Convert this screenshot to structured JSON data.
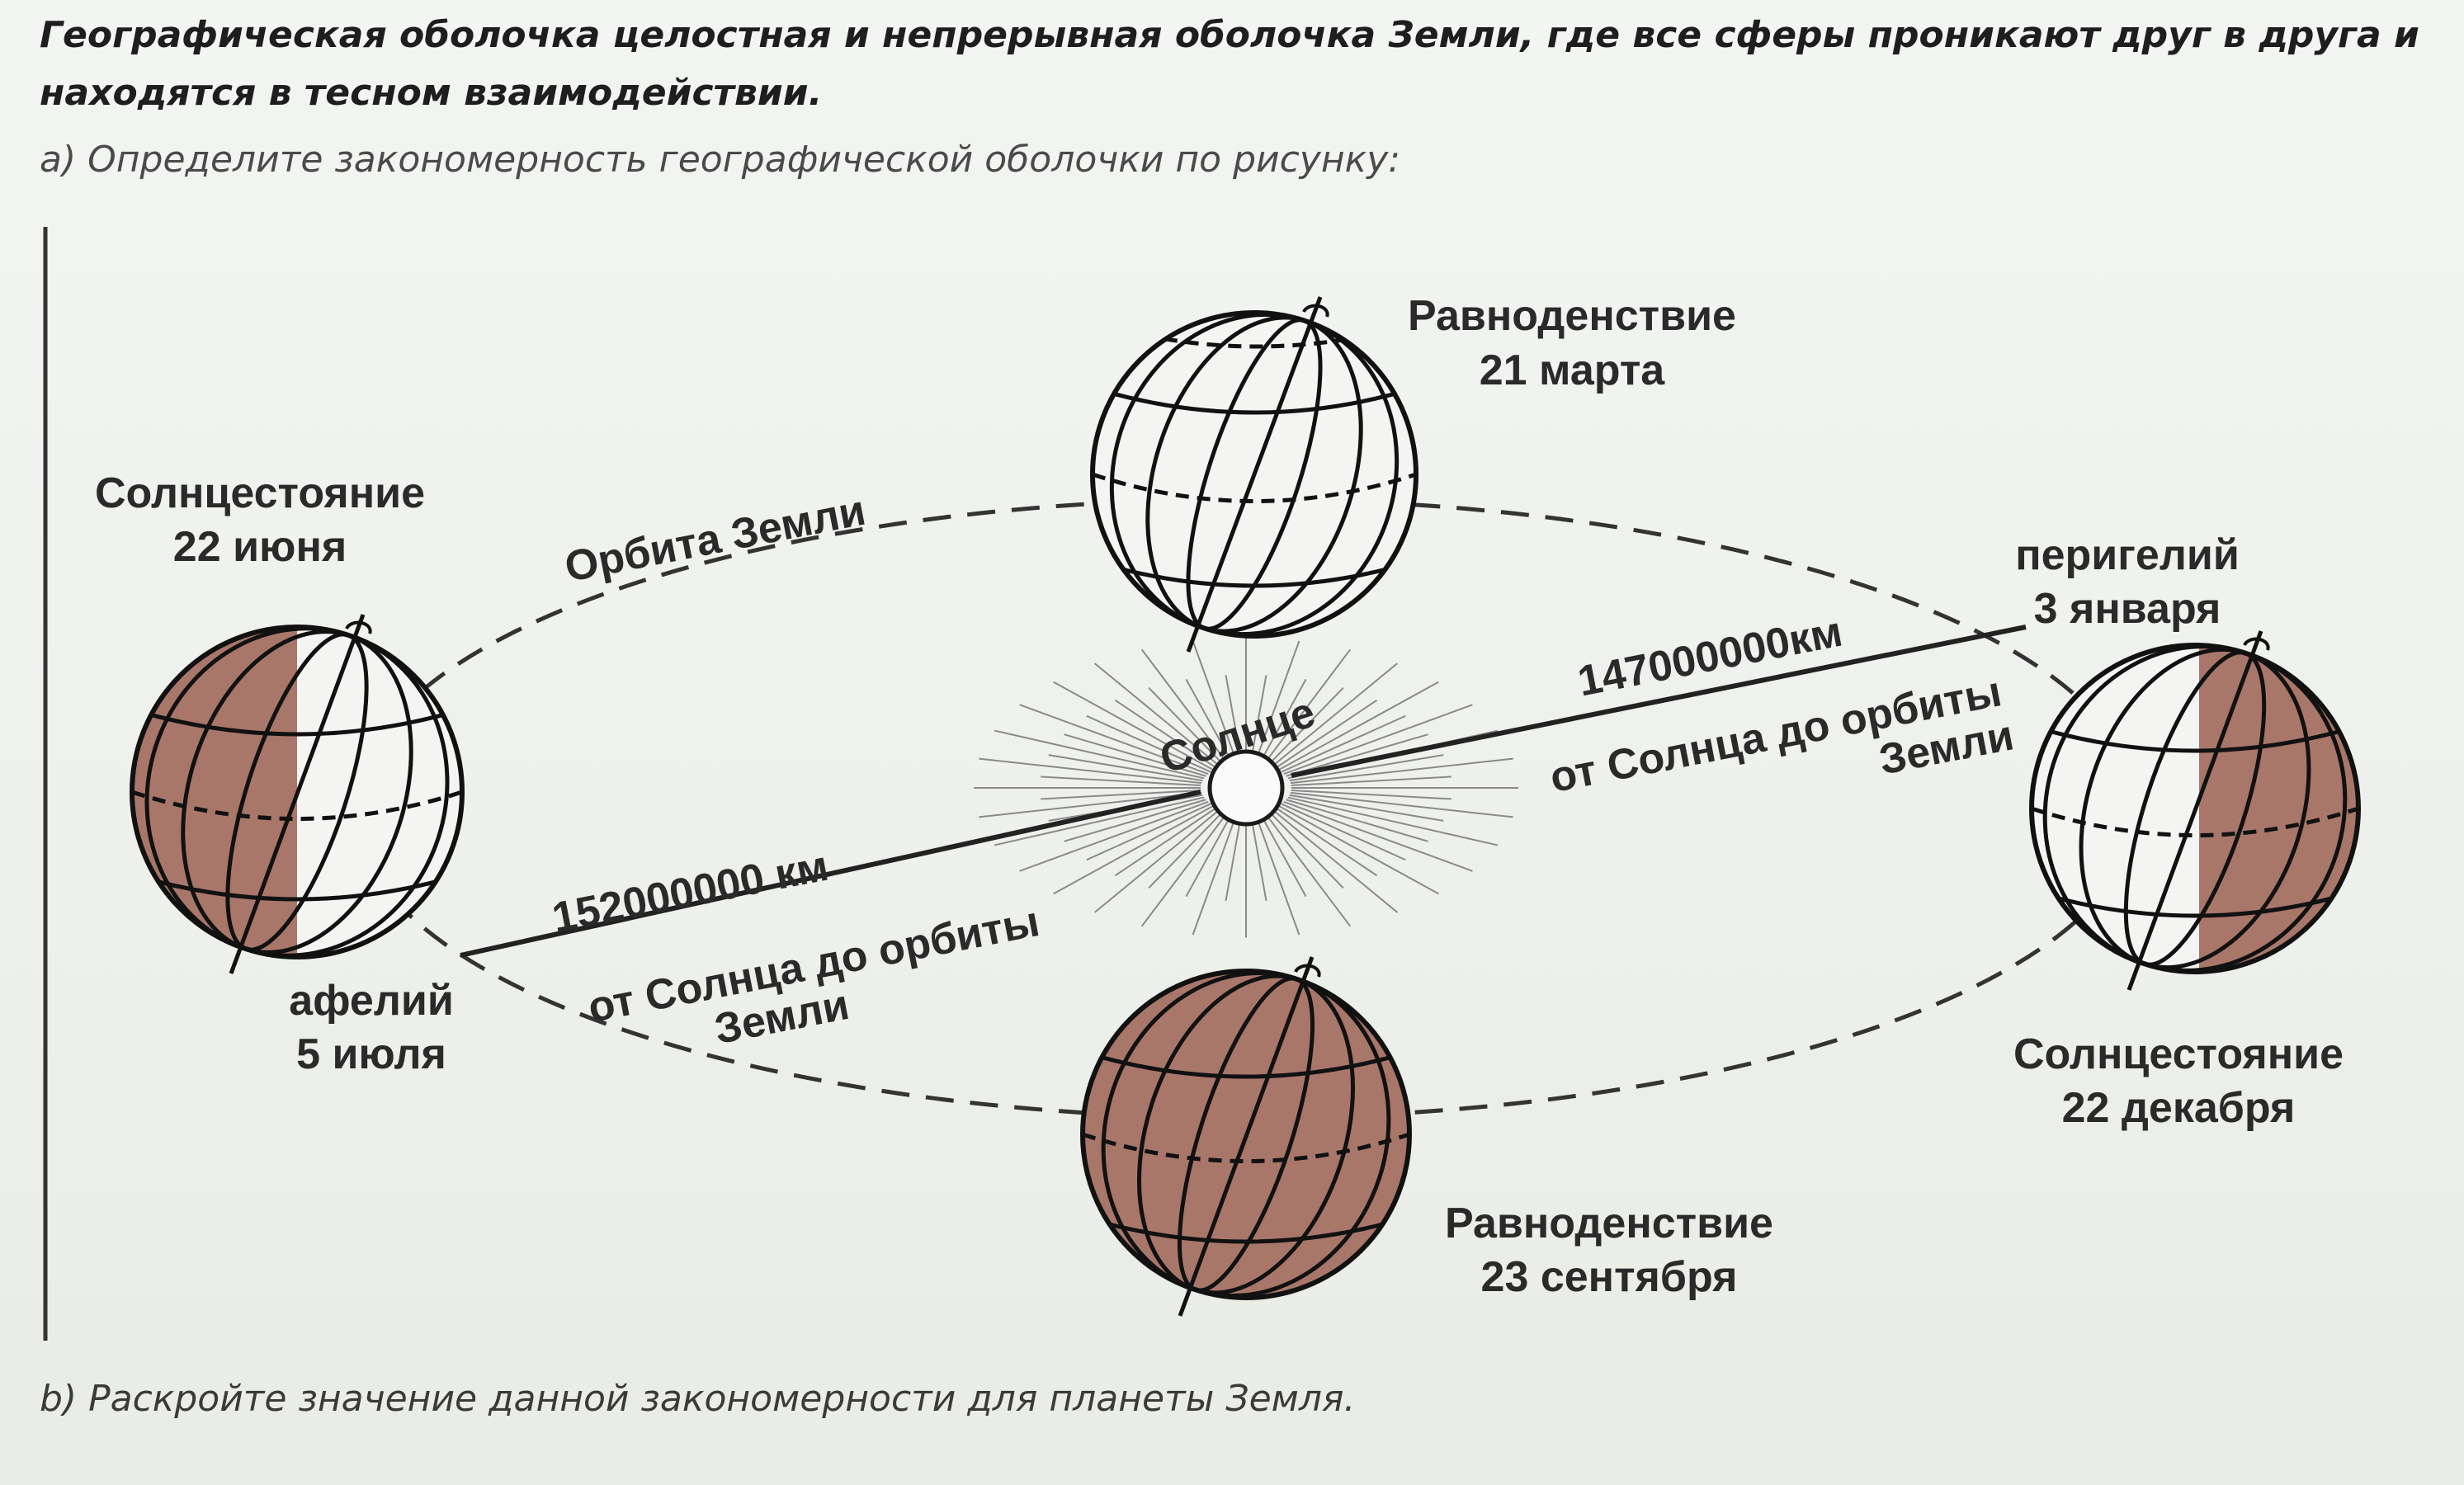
{
  "task": {
    "heading": "Географическая оболочка целостная и непрерывная оболочка Земли, где все сферы проникают друг в друга и находятся в тесном взаимодействии.",
    "question_a": "а) Определите закономерность географической оболочки по рисунку:",
    "question_b": "b) Раскройте значение данной закономерности для планеты Земля."
  },
  "diagram": {
    "orbit_label": "Орбита Земли",
    "sun_label": "Солнце",
    "equinox_march": {
      "title": "Равноденствие",
      "date": "21 марта"
    },
    "solstice_june": {
      "title": "Солнцестояние",
      "date": "22 июня"
    },
    "perihelion": {
      "title": "перигелий",
      "date": "3 января"
    },
    "aphelion": {
      "title": "афелий",
      "date": "5 июля"
    },
    "solstice_december": {
      "title": "Солнцестояние",
      "date": "22 декабря"
    },
    "equinox_september": {
      "title": "Равноденствие",
      "date": "23 сентября"
    },
    "perihelion_distance": {
      "value": "147000000км",
      "line1": "от Солнца до орбиты",
      "line2": "Земли"
    },
    "aphelion_distance": {
      "value": "152000000 км",
      "line1": "от Солнца до орбиты",
      "line2": "Земли"
    },
    "colors": {
      "night_side": "#a8776a",
      "line": "#1a1a1a",
      "background": "#f1f3ef"
    }
  }
}
